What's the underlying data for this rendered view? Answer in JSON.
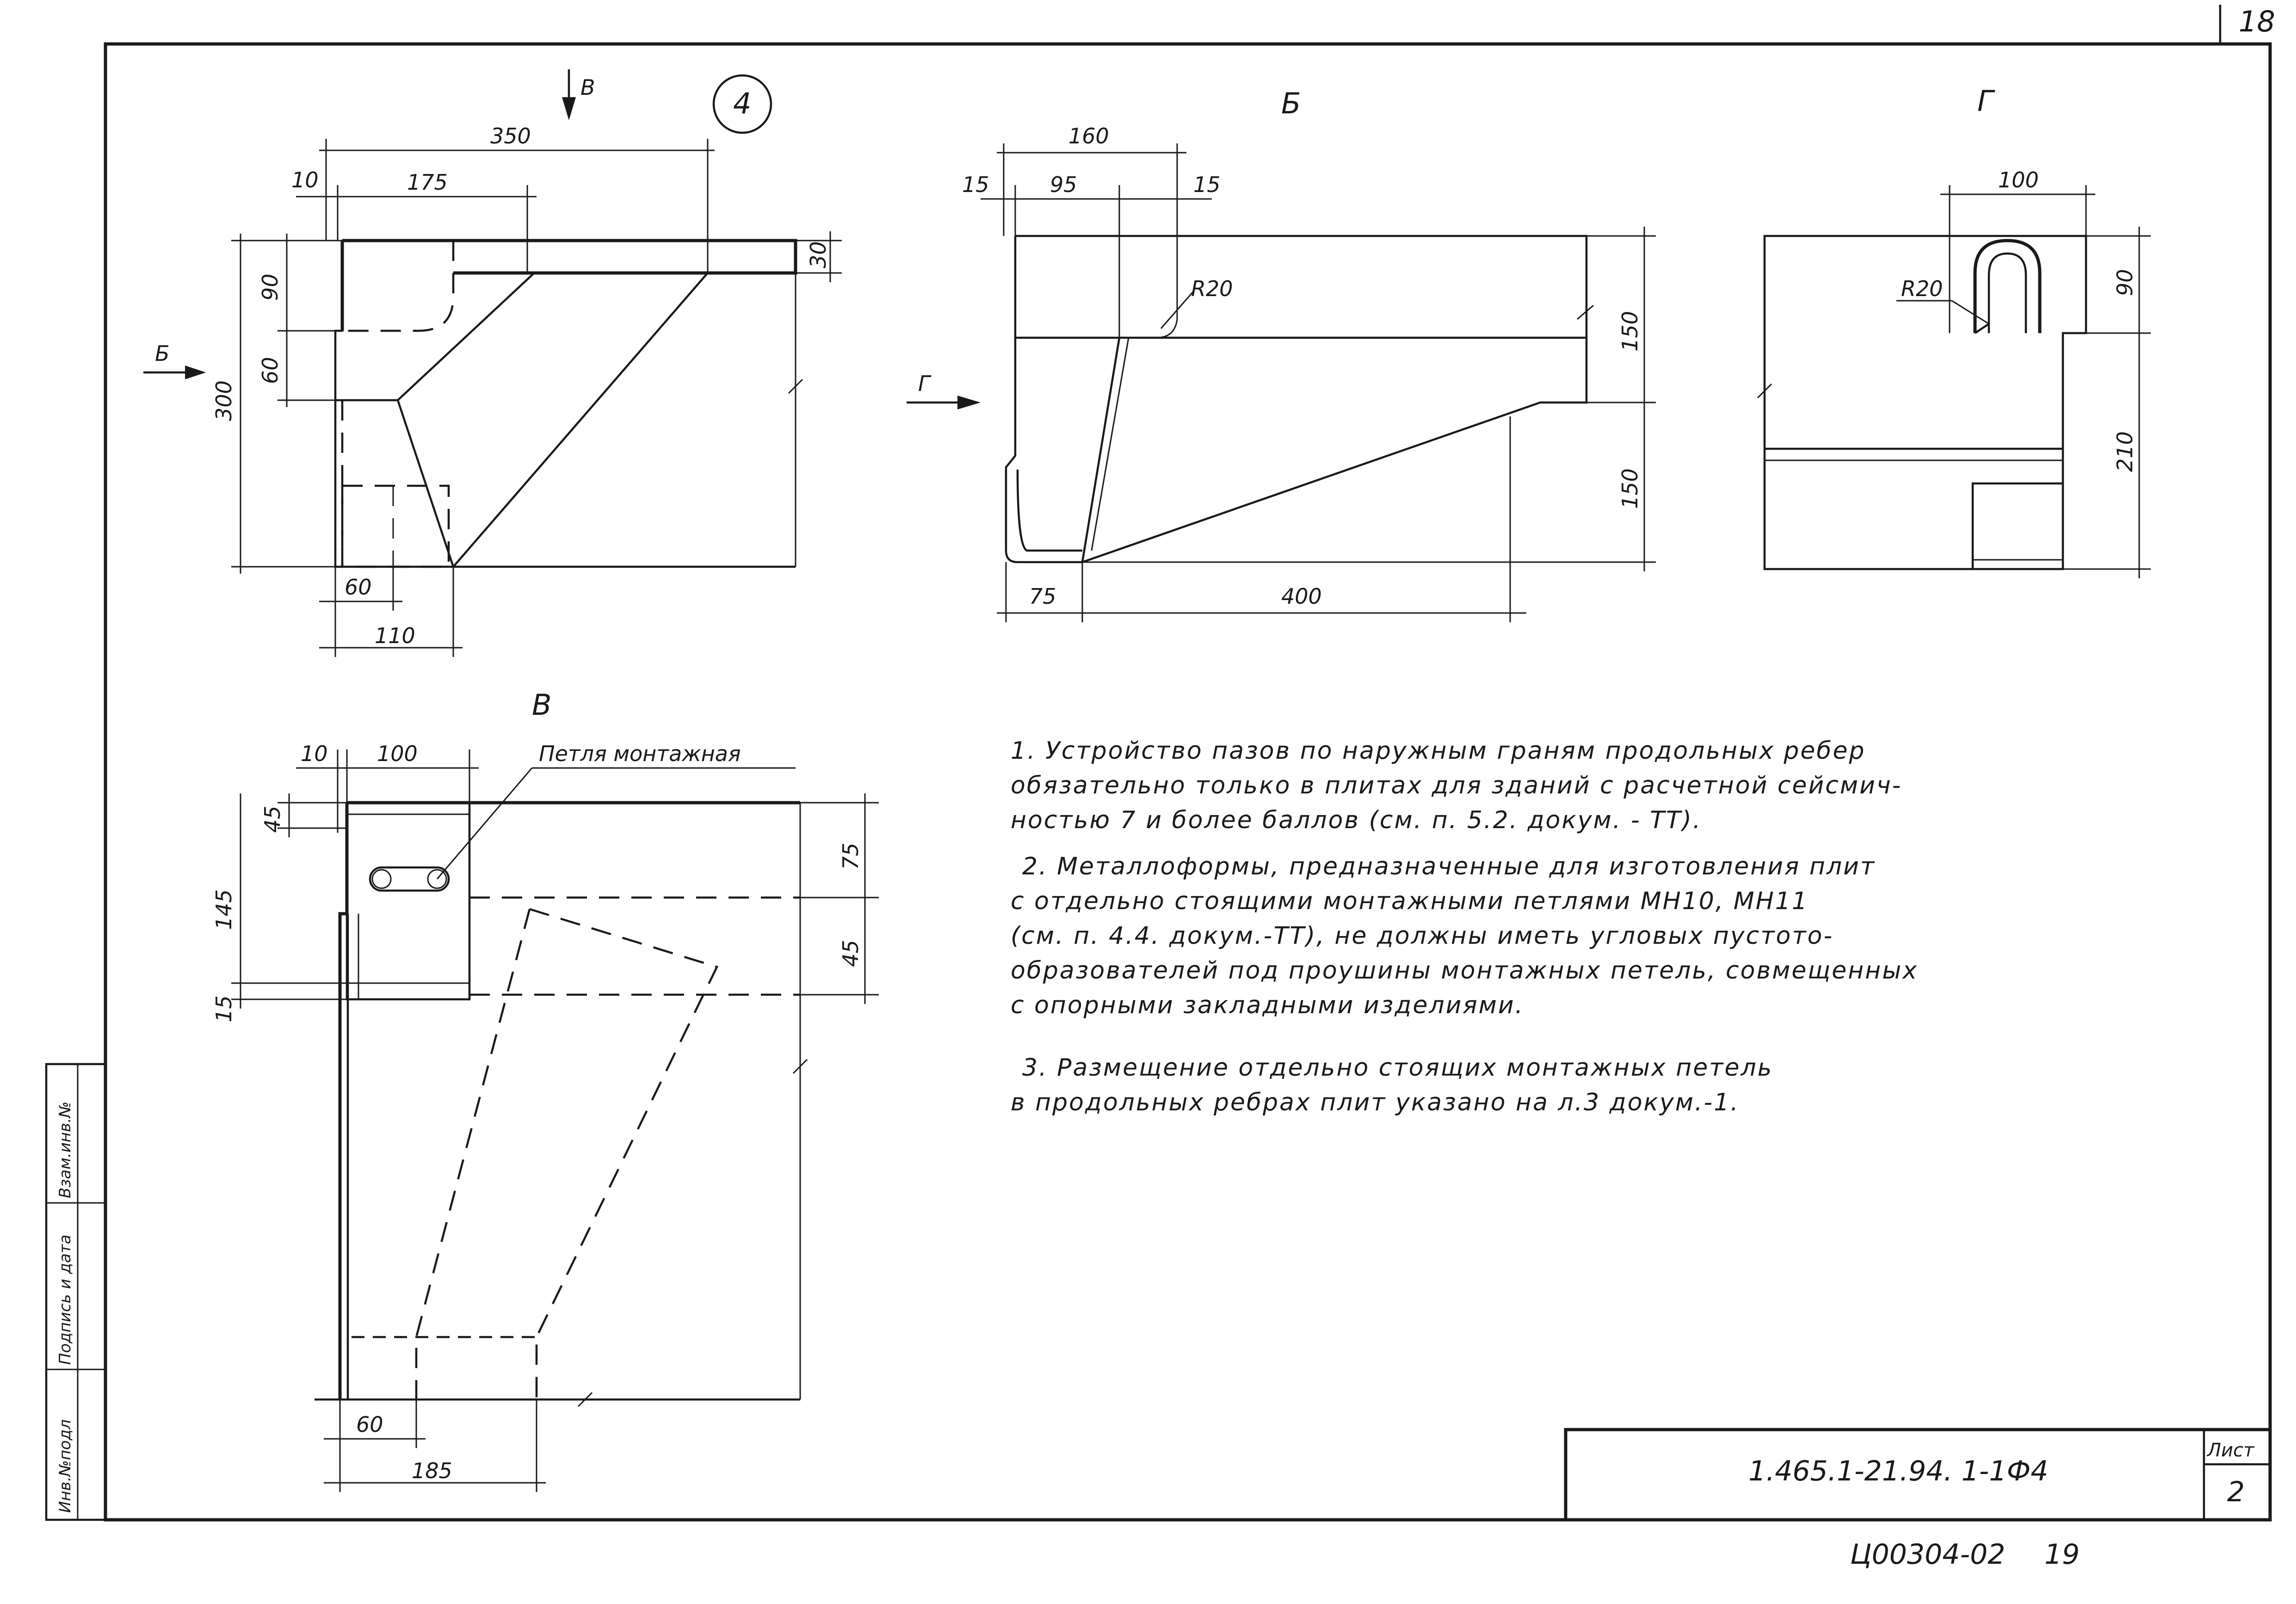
{
  "sheet": {
    "corner_number": "18",
    "drawing_code": "1.465.1-21.94. 1-1Ф4",
    "sheet_label": "Лист",
    "sheet_number": "2",
    "archive_code": "Ц00304-02",
    "archive_page": "19",
    "side_labels": [
      "Инв.№подл",
      "Подпись и дата",
      "Взам.инв.№"
    ]
  },
  "views": {
    "main": {
      "circle_label": "4",
      "arrow_b": "В",
      "arrow_b6": "Б",
      "dims": {
        "d350": "350",
        "d10": "10",
        "d175": "175",
        "d90": "90",
        "d60v": "60",
        "d300": "300",
        "d30": "30",
        "d60": "60",
        "d110": "110"
      }
    },
    "b": {
      "title": "Б",
      "arrow_g": "Г",
      "radius": "R20",
      "dims": {
        "d160": "160",
        "d15a": "15",
        "d95": "95",
        "d15b": "15",
        "d150a": "150",
        "d150b": "150",
        "d75": "75",
        "d400": "400"
      }
    },
    "g": {
      "title": "Г",
      "radius": "R20",
      "dims": {
        "d100": "100",
        "d90": "90",
        "d210": "210"
      }
    },
    "v": {
      "title": "В",
      "loop_label": "Петля монтажная",
      "dims": {
        "d10": "10",
        "d100": "100",
        "d45a": "45",
        "d145": "145",
        "d15": "15",
        "d75": "75",
        "d45b": "45",
        "d60": "60",
        "d185": "185"
      }
    }
  },
  "notes": [
    "1. Устройство пазов по наружным граням продольных ребер",
    "обязательно только в плитах для зданий с расчетной сейсмич-",
    "ностью 7 и более баллов (см. п. 5.2. докум. - ТТ).",
    "2. Металлоформы, предназначенные для изготовления плит",
    "с отдельно стоящими монтажными петлями МН10, МН11",
    "(см. п. 4.4. докум.-ТТ), не должны иметь угловых пустото-",
    "образователей под проушины монтажных петель, совмещенных",
    "с опорными закладными изделиями.",
    "3. Размещение отдельно стоящих монтажных петель",
    "в продольных ребрах плит указано на л.3 докум.-1."
  ]
}
